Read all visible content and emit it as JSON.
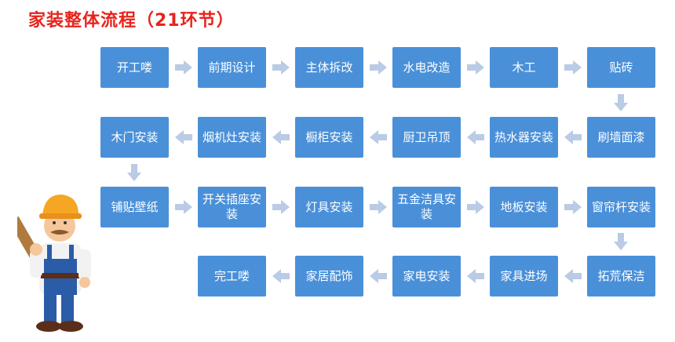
{
  "title": "家装整体流程（21环节）",
  "steps": [
    "开工喽",
    "前期设计",
    "主体拆改",
    "水电改造",
    "木工",
    "贴砖",
    "刷墙面漆",
    "热水器安装",
    "厨卫吊顶",
    "橱柜安装",
    "烟机灶安装",
    "木门安装",
    "铺贴壁纸",
    "开关插座安装",
    "灯具安装",
    "五金洁具安装",
    "地板安装",
    "窗帘杆安装",
    "拓荒保洁",
    "家具进场",
    "家电安装",
    "家居配饰",
    "完工喽"
  ],
  "colors": {
    "box": "#4a90d9",
    "arrow": "#b9cbe5",
    "title": "#e8231b"
  },
  "icons": {
    "worker": "construction-worker-illustration",
    "arrow": "flow-arrow-icon"
  }
}
